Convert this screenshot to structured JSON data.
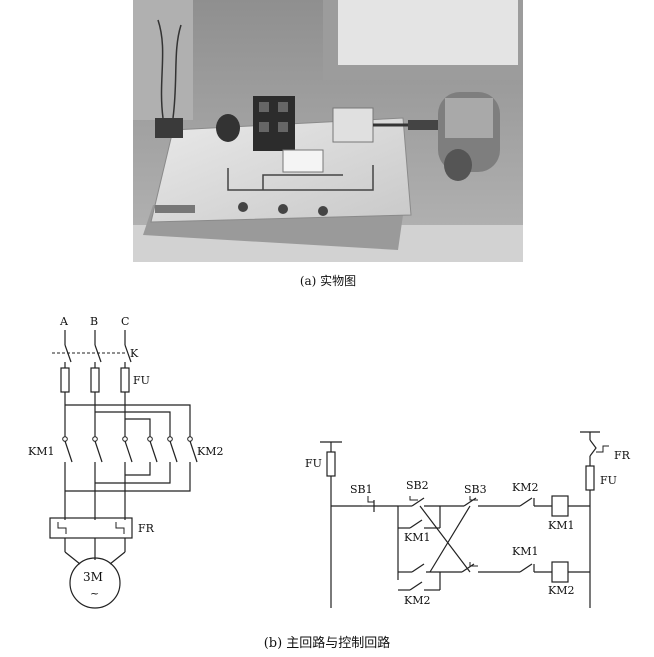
{
  "photo": {
    "caption": "(a) 实物图"
  },
  "main_circuit": {
    "phases": [
      "A",
      "B",
      "C"
    ],
    "switch_label": "K",
    "fuse_label": "FU",
    "contactor_1": "KM1",
    "contactor_2": "KM2",
    "thermal_relay": "FR",
    "motor_label": "3M",
    "motor_symbol": "~"
  },
  "control_circuit": {
    "fuse_label": "FU",
    "fr_contact_label": "FR",
    "fr_fuse_label": "FU",
    "sb1": "SB1",
    "sb2": "SB2",
    "sb3": "SB3",
    "km2_interlock_top": "KM2",
    "km1_coil": "KM1",
    "km1_hold": "KM1",
    "km1_interlock_bottom": "KM1",
    "km2_coil": "KM2",
    "km2_hold": "KM2"
  },
  "diagram_caption": "(b) 主回路与控制回路"
}
